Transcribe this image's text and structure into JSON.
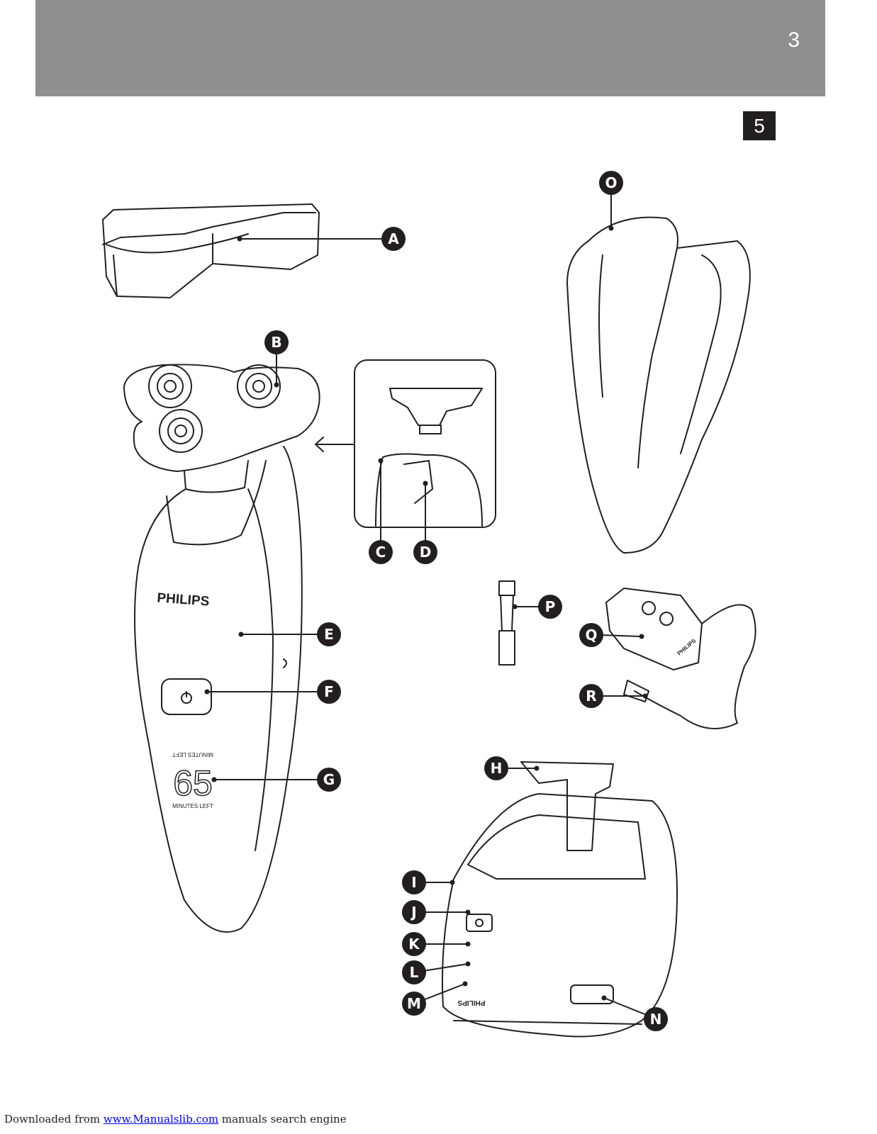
{
  "header": {
    "page_number": "3"
  },
  "section_number": "5",
  "callouts": [
    "A",
    "B",
    "C",
    "D",
    "E",
    "F",
    "G",
    "H",
    "I",
    "J",
    "K",
    "L",
    "M",
    "N",
    "O",
    "P",
    "Q",
    "R"
  ],
  "shaver": {
    "brand": "PHILIPS",
    "display_top": "MINUTES LEFT",
    "display_digits": "65",
    "display_bottom": "MINUTES LEFT"
  },
  "station": {
    "brand": "PHILIPS"
  },
  "charger": {
    "brand": "PHILIPS"
  },
  "footer": {
    "prefix": "Downloaded from ",
    "link_text": "www.Manualslib.com",
    "suffix": " manuals search engine"
  },
  "colors": {
    "header_band": "#8f8f8f",
    "callout": "#231f20",
    "line": "#231f20"
  }
}
